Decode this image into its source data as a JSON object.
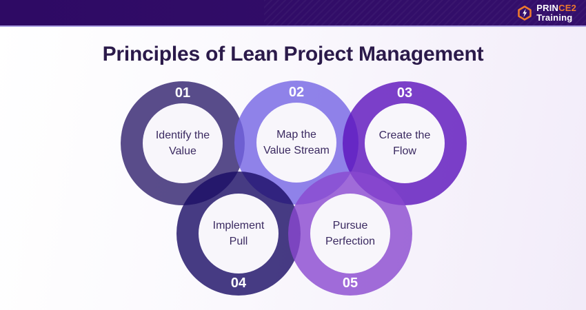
{
  "header": {
    "brand": {
      "prefix": "PRIN",
      "suffix": "CE2",
      "line2": "Training"
    }
  },
  "title": {
    "text": "Principles of Lean Project Management"
  },
  "diagram": {
    "principles": [
      {
        "number": "01",
        "label": "Identify the\nValue",
        "ring_color": "rgba(47,32,109,0.8)",
        "number_position": "top"
      },
      {
        "number": "02",
        "label": "Map the\nValue Stream",
        "ring_color": "rgba(116,100,228,0.8)",
        "number_position": "top"
      },
      {
        "number": "03",
        "label": "Create the\nFlow",
        "ring_color": "rgba(91,18,188,0.8)",
        "number_position": "top"
      },
      {
        "number": "04",
        "label": "Implement\nPull",
        "ring_color": "rgba(25,11,100,0.8)",
        "number_position": "bottom"
      },
      {
        "number": "05",
        "label": "Pursue\nPerfection",
        "ring_color": "rgba(138,72,208,0.8)",
        "number_position": "bottom"
      }
    ]
  },
  "colors": {
    "topbar_bg": "#2e0a64",
    "topbar_accent_line": "#a99ee2",
    "logo_orange": "#ee7a2d",
    "title_text": "#2b1a4a",
    "label_text": "#3a2960",
    "number_text": "#ffffff",
    "inner_disc": "#f8f6fb",
    "page_bg_left": "#ffffff",
    "page_bg_right": "#f2ecf9"
  }
}
